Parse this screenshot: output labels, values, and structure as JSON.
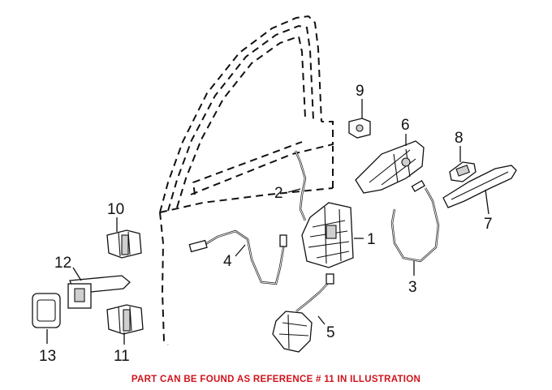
{
  "callouts": [
    {
      "id": "1",
      "label": "1"
    },
    {
      "id": "2",
      "label": "2"
    },
    {
      "id": "3",
      "label": "3"
    },
    {
      "id": "4",
      "label": "4"
    },
    {
      "id": "5",
      "label": "5"
    },
    {
      "id": "6",
      "label": "6"
    },
    {
      "id": "7",
      "label": "7"
    },
    {
      "id": "8",
      "label": "8"
    },
    {
      "id": "9",
      "label": "9"
    },
    {
      "id": "10",
      "label": "10"
    },
    {
      "id": "11",
      "label": "11"
    },
    {
      "id": "12",
      "label": "12"
    },
    {
      "id": "13",
      "label": "13"
    }
  ],
  "note": "PART CAN BE FOUND AS REFERENCE # 11 IN ILLUSTRATION",
  "colors": {
    "note": "#d0121b",
    "lines": "#111111",
    "background": "#ffffff"
  }
}
